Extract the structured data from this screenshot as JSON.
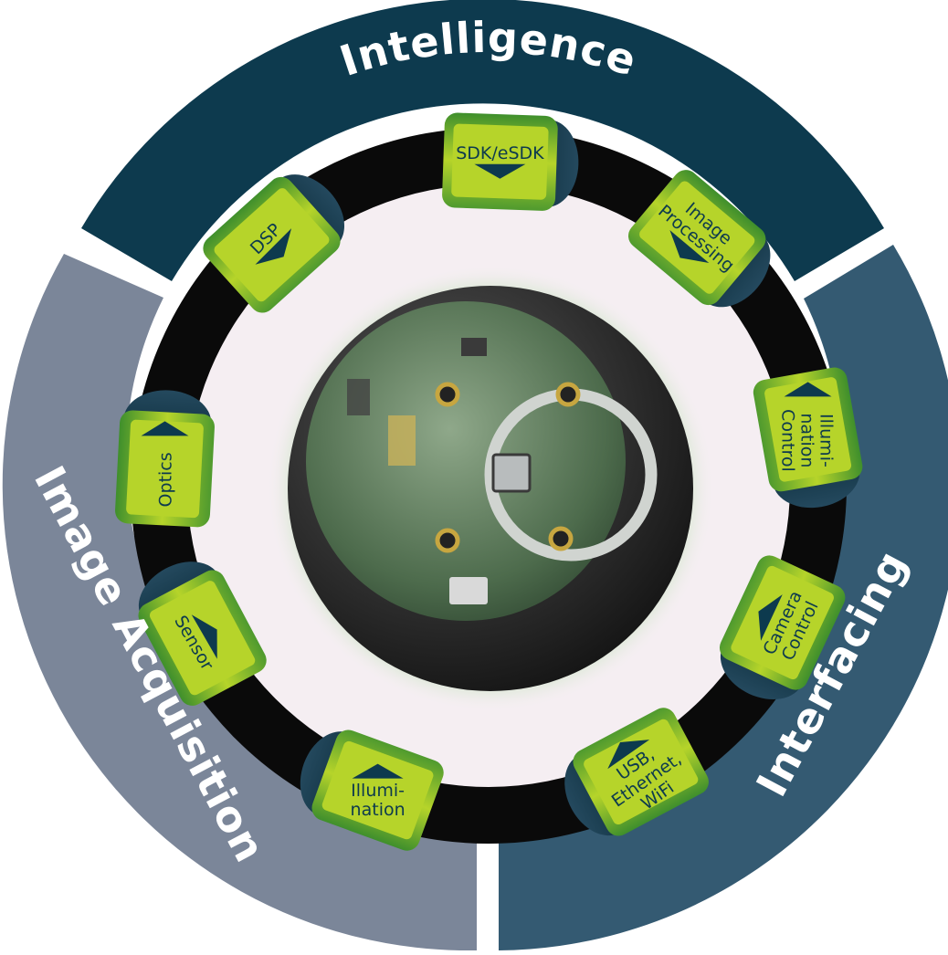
{
  "sectors": [
    {
      "id": "intelligence",
      "title": "Intelligence",
      "color": "#0d3a4e"
    },
    {
      "id": "interfacing",
      "title": "Interfacing",
      "color": "#345a72"
    },
    {
      "id": "image-acquisition",
      "title": "Image Acquisition",
      "color": "#7b8699"
    }
  ],
  "tabs": [
    {
      "id": "sdk",
      "lines": [
        "SDK/eSDK"
      ]
    },
    {
      "id": "image-processing",
      "lines": [
        "Image",
        "Processing"
      ]
    },
    {
      "id": "illumination-control",
      "lines": [
        "Illumi-",
        "nation",
        "Control"
      ]
    },
    {
      "id": "camera-control",
      "lines": [
        "Camera",
        "Control"
      ]
    },
    {
      "id": "usb-ethernet-wifi",
      "lines": [
        "USB,",
        "Ethernet,",
        "WiFi"
      ]
    },
    {
      "id": "illumination",
      "lines": [
        "Illumi-",
        "nation"
      ]
    },
    {
      "id": "sensor",
      "lines": [
        "Sensor"
      ]
    },
    {
      "id": "optics",
      "lines": [
        "Optics"
      ]
    },
    {
      "id": "dsp",
      "lines": [
        "DSP"
      ]
    }
  ],
  "colors": {
    "tab_green_light": "#b6d42a",
    "tab_green_dark": "#3f8f2c",
    "ring_black": "#0a0a0a",
    "inner_pink": "#f5eef2",
    "arrow": "#0d3a4e"
  }
}
